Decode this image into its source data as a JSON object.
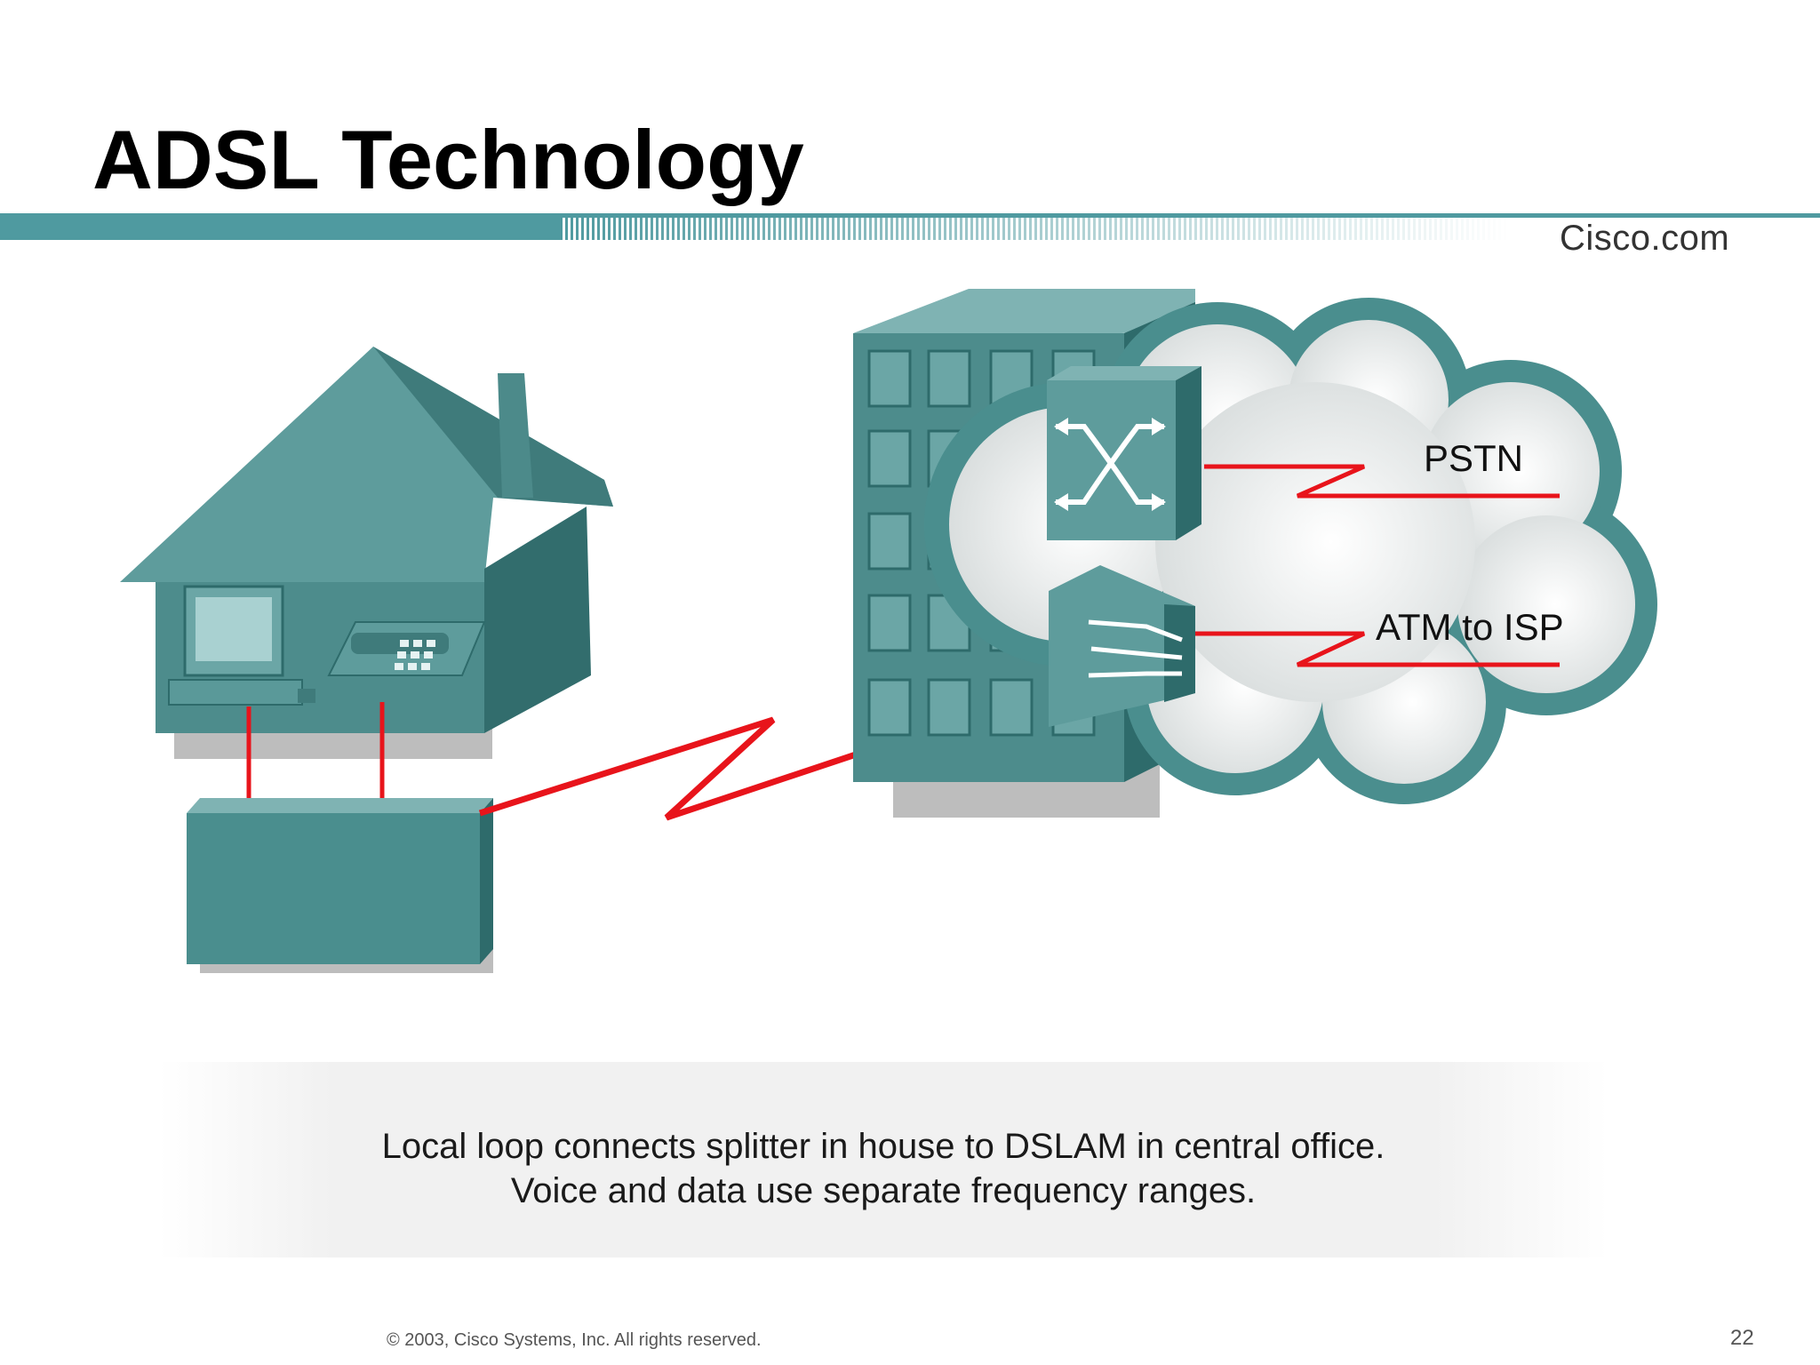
{
  "slide": {
    "title": "ADSL Technology",
    "brand": "Cisco.com",
    "page_number": "22",
    "copyright": "© 2003, Cisco Systems, Inc. All rights reserved."
  },
  "diagram": {
    "labels": {
      "pstn": "PSTN",
      "atm": "ATM to ISP"
    }
  },
  "caption": {
    "line1": "Local loop connects splitter in house to DSLAM in central office.",
    "line2": "Voice and data use separate frequency ranges."
  },
  "colors": {
    "teal": "#4a8e8e",
    "teal_dark": "#2e6b6b",
    "teal_light": "#7fb3b3",
    "header_bar": "#4f9aa0",
    "link_red": "#e8141b"
  },
  "icons": [
    "house-icon",
    "computer-icon",
    "telephone-icon",
    "splitter-icon",
    "central-office-building-icon",
    "cloud-icon",
    "voice-switch-icon",
    "dslam-icon"
  ]
}
